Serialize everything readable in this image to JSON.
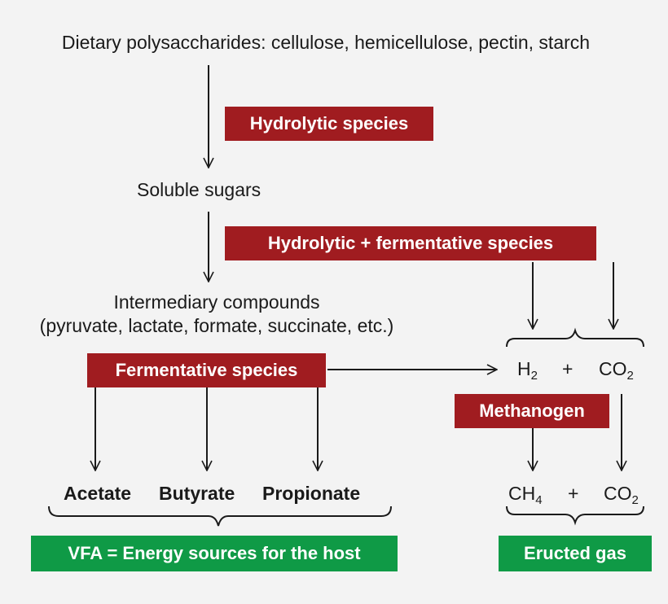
{
  "title_line": "Dietary polysaccharides: cellulose, hemicellulose, pectin, starch",
  "soluble_sugars": "Soluble sugars",
  "intermediary": {
    "line1": "Intermediary compounds",
    "line2": "(pyruvate, lactate, formate, succinate, etc.)"
  },
  "boxes": {
    "hydrolytic": "Hydrolytic species",
    "hydrolytic_fermentative": "Hydrolytic + fermentative species",
    "fermentative": "Fermentative species",
    "methanogen": "Methanogen",
    "vfa": "VFA = Energy sources for the host",
    "eructed": "Eructed gas"
  },
  "vfa_products": [
    "Acetate",
    "Butyrate",
    "Propionate"
  ],
  "gases_top": {
    "h2": "H",
    "h2_sub": "2",
    "plus": "+",
    "co2": "CO",
    "co2_sub": "2"
  },
  "gases_bottom": {
    "ch4": "CH",
    "ch4_sub": "4",
    "plus": "+",
    "co2": "CO",
    "co2_sub": "2"
  },
  "colors": {
    "red_box": "#a01c20",
    "green_box": "#0f9a46",
    "text": "#1a1a1a",
    "background": "#f3f3f3"
  }
}
